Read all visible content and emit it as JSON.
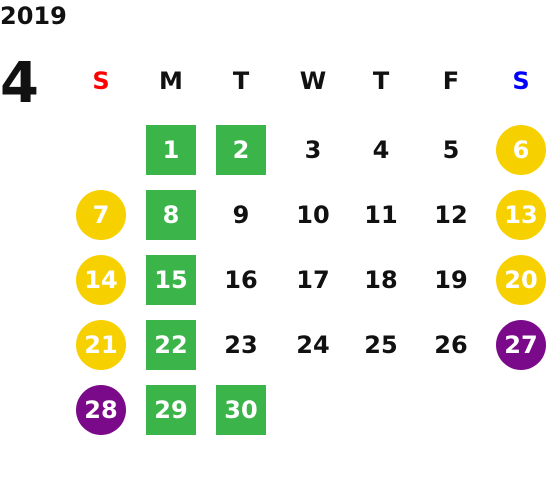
{
  "calendar": {
    "year": "2019",
    "month": "4",
    "weekdays": [
      {
        "label": "S",
        "color": "#ff0000"
      },
      {
        "label": "M",
        "color": "#111111"
      },
      {
        "label": "T",
        "color": "#111111"
      },
      {
        "label": "W",
        "color": "#111111"
      },
      {
        "label": "T",
        "color": "#111111"
      },
      {
        "label": "F",
        "color": "#111111"
      },
      {
        "label": "S",
        "color": "#0000ff"
      }
    ],
    "highlight_colors": {
      "green": "#3bb54a",
      "yellow": "#f7d000",
      "purple": "#7a0a8a"
    },
    "days": [
      {
        "label": "1",
        "style": "green"
      },
      {
        "label": "2",
        "style": "green"
      },
      {
        "label": "3",
        "style": "plain"
      },
      {
        "label": "4",
        "style": "plain"
      },
      {
        "label": "5",
        "style": "plain"
      },
      {
        "label": "6",
        "style": "yellow"
      },
      {
        "label": "7",
        "style": "yellow"
      },
      {
        "label": "8",
        "style": "green"
      },
      {
        "label": "9",
        "style": "plain"
      },
      {
        "label": "10",
        "style": "plain"
      },
      {
        "label": "11",
        "style": "plain"
      },
      {
        "label": "12",
        "style": "plain"
      },
      {
        "label": "13",
        "style": "yellow"
      },
      {
        "label": "14",
        "style": "yellow"
      },
      {
        "label": "15",
        "style": "green"
      },
      {
        "label": "16",
        "style": "plain"
      },
      {
        "label": "17",
        "style": "plain"
      },
      {
        "label": "18",
        "style": "plain"
      },
      {
        "label": "19",
        "style": "plain"
      },
      {
        "label": "20",
        "style": "yellow"
      },
      {
        "label": "21",
        "style": "yellow"
      },
      {
        "label": "22",
        "style": "green"
      },
      {
        "label": "23",
        "style": "plain"
      },
      {
        "label": "24",
        "style": "plain"
      },
      {
        "label": "25",
        "style": "plain"
      },
      {
        "label": "26",
        "style": "plain"
      },
      {
        "label": "27",
        "style": "purple"
      },
      {
        "label": "28",
        "style": "purple"
      },
      {
        "label": "29",
        "style": "green"
      },
      {
        "label": "30",
        "style": "green"
      }
    ]
  }
}
